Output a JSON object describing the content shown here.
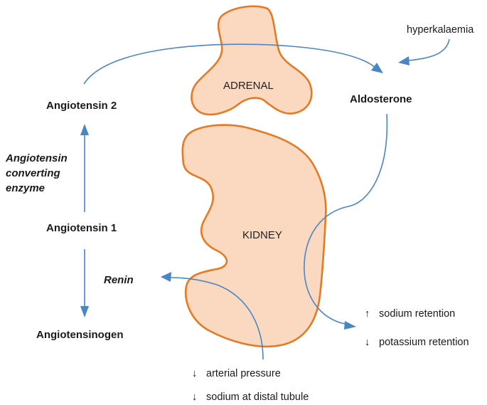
{
  "organs": {
    "adrenal": "ADRENAL",
    "kidney": "KIDNEY"
  },
  "hormones": {
    "angiotensin2": "Angiotensin 2",
    "angiotensin1": "Angiotensin 1",
    "angiotensinogen": "Angiotensinogen",
    "aldosterone": "Aldosterone"
  },
  "enzymes": {
    "ace_line1": "Angiotensin",
    "ace_line2": "converting",
    "ace_line3": "enzyme",
    "renin": "Renin"
  },
  "triggers": {
    "hyperkalaemia": "hyperkalaemia",
    "arterial_pressure_arrow": "↓",
    "arterial_pressure": "arterial pressure",
    "sodium_distal_arrow": "↓",
    "sodium_distal": "sodium at distal tubule"
  },
  "effects": {
    "sodium_retention_arrow": "↑",
    "sodium_retention": "sodium retention",
    "potassium_retention_arrow": "↓",
    "potassium_retention": "potassium retention"
  },
  "colors": {
    "organ_fill": "#fad9c0",
    "organ_stroke": "#e57a24",
    "arrow": "#4a86c5"
  }
}
